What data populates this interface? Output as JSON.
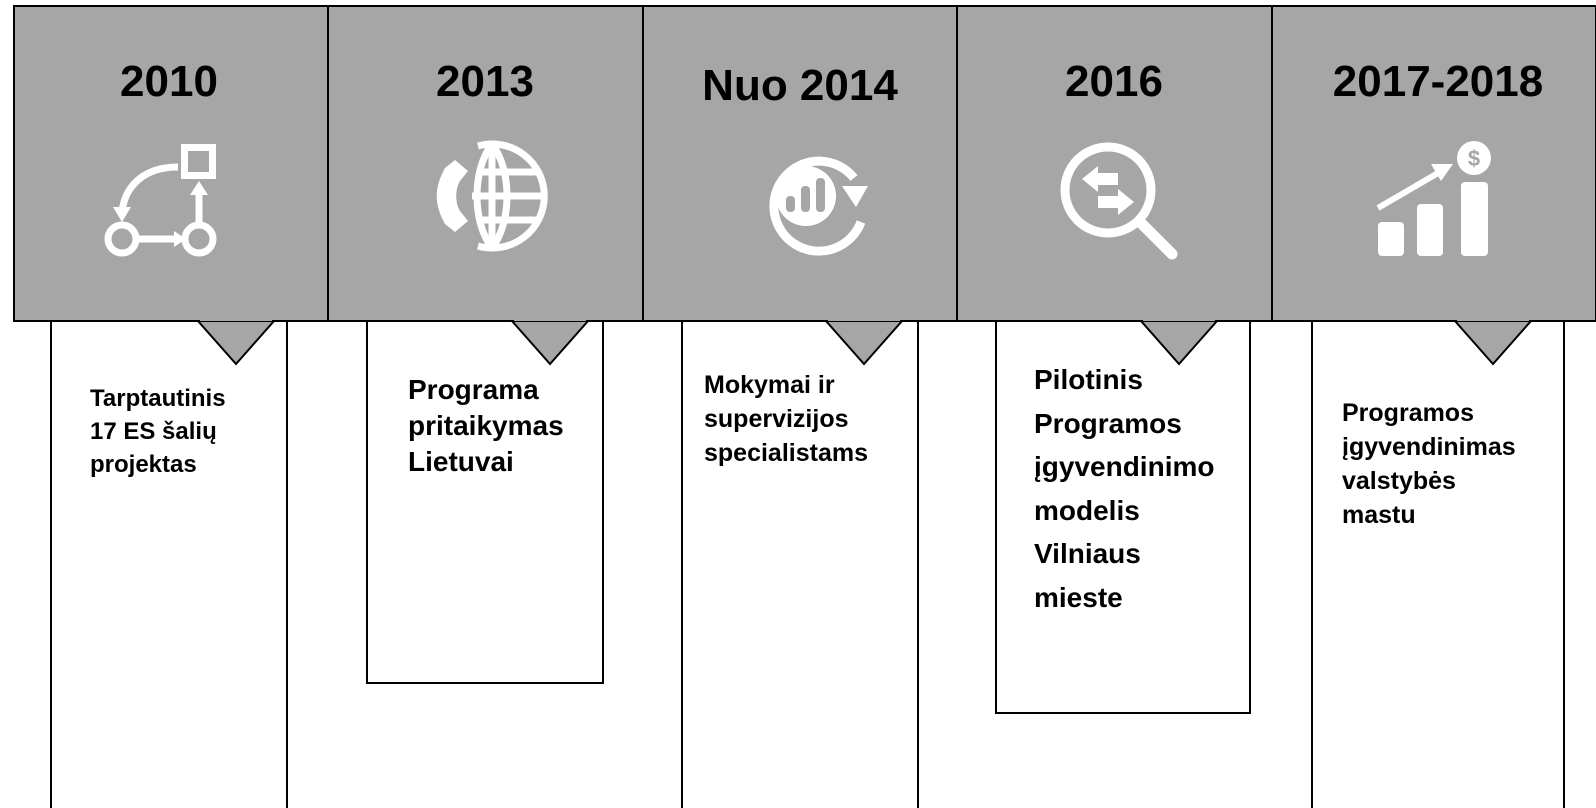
{
  "colors": {
    "header": "#a6a6a6",
    "icon": "#ffffff",
    "line": "#000000",
    "text": "#000000"
  },
  "milestones": [
    {
      "year": "2010",
      "icon": "workflow-icon",
      "description": "Tarptautinis\n17 ES šalių\nprojektas"
    },
    {
      "year": "2013",
      "icon": "globe-phone-icon",
      "description": "Programa\npritaikymas\nLietuvai"
    },
    {
      "year": "Nuo 2014",
      "icon": "cycle-chart-icon",
      "description": "Mokymai ir\nsupervizijos\nspecialistams"
    },
    {
      "year": "2016",
      "icon": "search-exchange-icon",
      "description": "Pilotinis\nProgramos\nįgyvendinimo\nmodelis\nVilniaus\nmieste"
    },
    {
      "year": "2017-2018",
      "icon": "growth-chart-dollar-icon",
      "description": "Programos\nįgyvendinimas\nvalstybės\nmastu"
    }
  ]
}
